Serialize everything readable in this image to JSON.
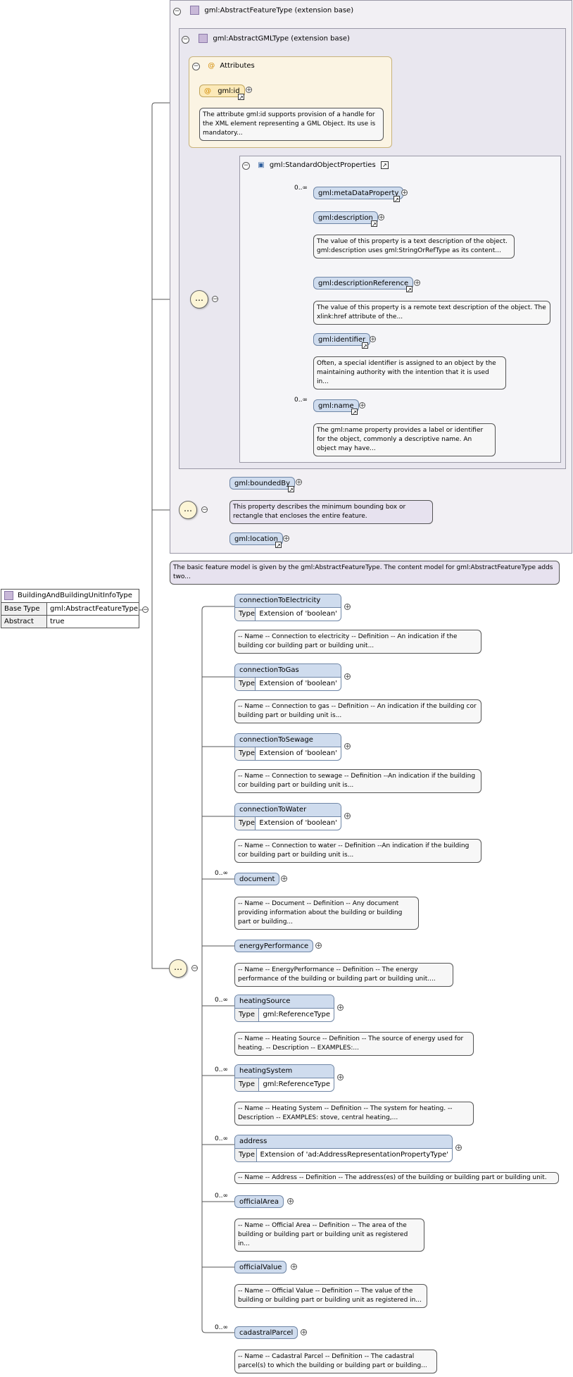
{
  "root": {
    "name": "BuildingAndBuildingUnitInfoType",
    "rows": [
      {
        "key": "Base Type",
        "value": "gml:AbstractFeatureType"
      },
      {
        "key": "Abstract",
        "value": "true"
      }
    ]
  },
  "feature_frame": {
    "title": "gml:AbstractFeatureType (extension base)",
    "gml_frame_title": "gml:AbstractGMLType (extension base)",
    "attributes_title": "Attributes",
    "gml_id": "gml:id",
    "gml_id_doc": "The attribute gml:id supports provision of a handle for the XML element representing a GML Object. Its use is mandatory...",
    "sop_title": "gml:StandardObjectProperties",
    "sop_items": [
      {
        "name": "gml:metaDataProperty",
        "mult": "0..∞",
        "doc": ""
      },
      {
        "name": "gml:description",
        "mult": "",
        "doc": "The value of this property is a text description of the object. gml:description uses gml:StringOrRefType as its content..."
      },
      {
        "name": "gml:descriptionReference",
        "mult": "",
        "doc": "The value of this property is a remote text description of the object. The xlink:href attribute of the..."
      },
      {
        "name": "gml:identifier",
        "mult": "",
        "doc": "Often, a special identifier is assigned to an object by the maintaining authority with the intention that it is used in..."
      },
      {
        "name": "gml:name",
        "mult": "0..∞",
        "doc": "The gml:name property provides a label or identifier for the object, commonly a descriptive name. An object may have..."
      }
    ],
    "boundedBy": "gml:boundedBy",
    "boundedBy_doc": "This property describes the minimum bounding box or rectangle that encloses the entire feature.",
    "location": "gml:location",
    "feature_doc": "The basic feature model is given by the gml:AbstractFeatureType. The content model for gml:AbstractFeatureType adds two..."
  },
  "elements": [
    {
      "name": "connectionToElectricity",
      "mult": "",
      "type_key": "Type",
      "type": "Extension of 'boolean'",
      "doc": "-- Name -- Connection to electricity -- Definition -- An indication if the building cor building part or building unit..."
    },
    {
      "name": "connectionToGas",
      "mult": "",
      "type_key": "Type",
      "type": "Extension of 'boolean'",
      "doc": "-- Name -- Connection to gas -- Definition -- An indication if the building cor building part or building unit is..."
    },
    {
      "name": "connectionToSewage",
      "mult": "",
      "type_key": "Type",
      "type": "Extension of 'boolean'",
      "doc": "-- Name -- Connection to sewage -- Definition --An indication if the building cor building part or building unit is..."
    },
    {
      "name": "connectionToWater",
      "mult": "",
      "type_key": "Type",
      "type": "Extension of 'boolean'",
      "doc": "-- Name -- Connection to water -- Definition --An indication if the building cor building part or building unit is..."
    },
    {
      "name": "document",
      "mult": "0..∞",
      "type_key": "",
      "type": "",
      "doc": "-- Name -- Document -- Definition -- Any document providing information about the building or building part or building..."
    },
    {
      "name": "energyPerformance",
      "mult": "",
      "type_key": "",
      "type": "",
      "doc": "-- Name -- EnergyPerformance -- Definition -- The energy performance of the building or building part or building unit...."
    },
    {
      "name": "heatingSource",
      "mult": "0..∞",
      "type_key": "Type",
      "type": "gml:ReferenceType",
      "doc": "-- Name -- Heating Source -- Definition -- The source of energy used for heating. -- Description -- EXAMPLES:..."
    },
    {
      "name": "heatingSystem",
      "mult": "0..∞",
      "type_key": "Type",
      "type": "gml:ReferenceType",
      "doc": "-- Name -- Heating System -- Definition -- The system for heating. -- Description -- EXAMPLES: stove, central heating,..."
    },
    {
      "name": "address",
      "mult": "0..∞",
      "type_key": "Type",
      "type": "Extension of 'ad:AddressRepresentationPropertyType'",
      "doc": "-- Name -- Address -- Definition -- The address(es) of the building or building part or building unit."
    },
    {
      "name": "officialArea",
      "mult": "0..∞",
      "type_key": "",
      "type": "",
      "doc": "-- Name -- Official Area -- Definition -- The area of the building or building part or building unit as registered in..."
    },
    {
      "name": "officialValue",
      "mult": "",
      "type_key": "",
      "type": "",
      "doc": "-- Name -- Official Value -- Definition -- The value of the building or building part or building unit as registered in..."
    },
    {
      "name": "cadastralParcel",
      "mult": "0..∞",
      "type_key": "",
      "type": "",
      "doc": "-- Name -- Cadastral Parcel -- Definition -- The cadastral parcel(s) to which the building or building part or building..."
    }
  ],
  "icons": {
    "minus": "−",
    "plus": "+",
    "link": "↗",
    "attr": "@",
    "seq": "⋯"
  }
}
